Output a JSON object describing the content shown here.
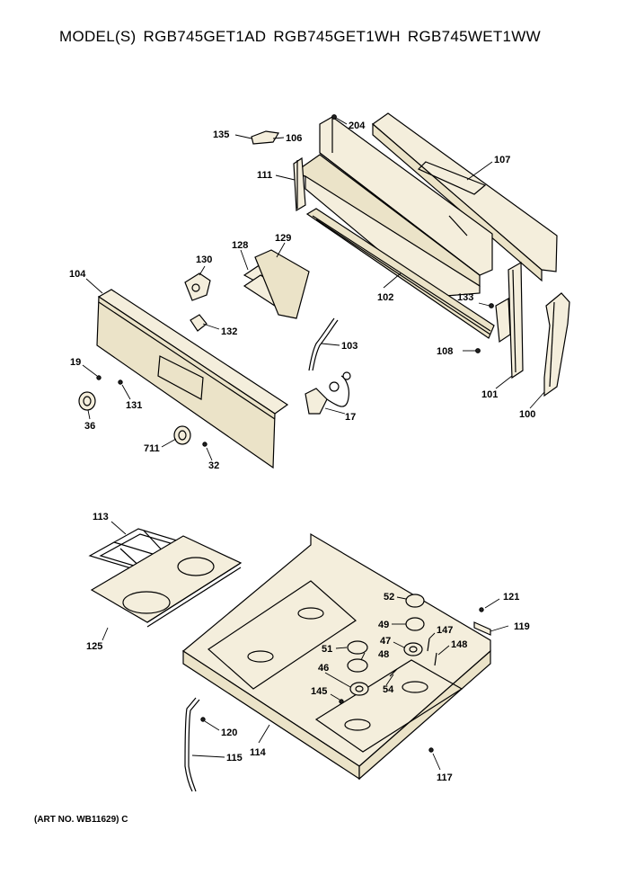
{
  "header": {
    "models_label": "MODEL(S)",
    "models": [
      "RGB745GET1AD",
      "RGB745GET1WH",
      "RGB745WET1WW"
    ]
  },
  "footer": {
    "art_no": "(ART NO. WB11629) C"
  },
  "callouts": {
    "p135": "135",
    "p106": "106",
    "p204": "204",
    "p107": "107",
    "p111": "111",
    "p128": "128",
    "p129": "129",
    "p130": "130",
    "p104": "104",
    "p102": "102",
    "p133": "133",
    "p132": "132",
    "p103": "103",
    "p108": "108",
    "p19": "19",
    "p131": "131",
    "p101": "101",
    "p100": "100",
    "p36": "36",
    "p17": "17",
    "p711": "711",
    "p32": "32",
    "p113": "113",
    "p52": "52",
    "p121": "121",
    "p49": "49",
    "p147": "147",
    "p119": "119",
    "p47": "47",
    "p148": "148",
    "p51": "51",
    "p48": "48",
    "p125": "125",
    "p46": "46",
    "p54": "54",
    "p145": "145",
    "p120": "120",
    "p114": "114",
    "p115": "115",
    "p117": "117"
  }
}
